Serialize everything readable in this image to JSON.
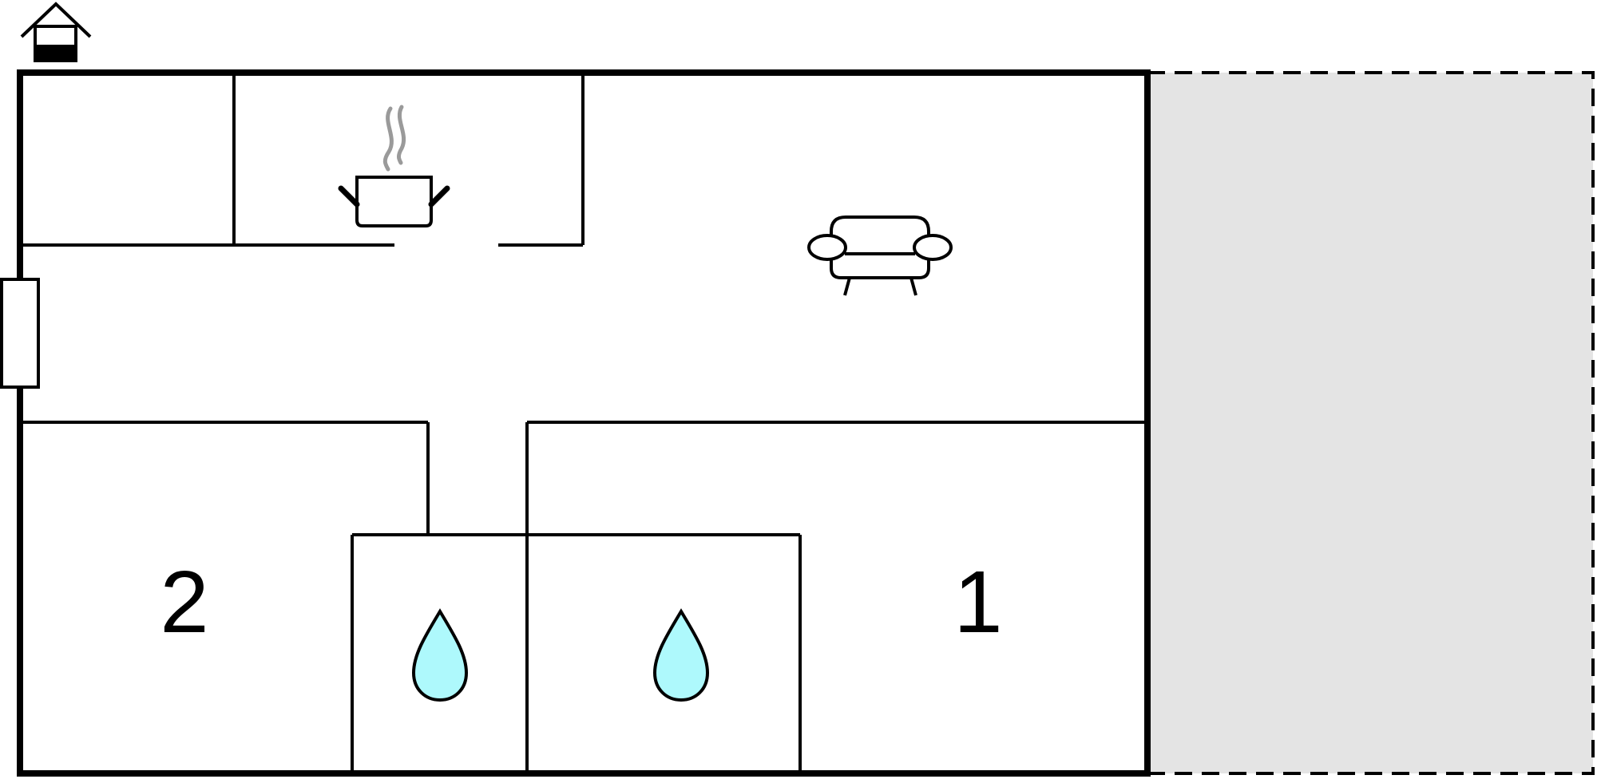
{
  "floorplan": {
    "rooms": [
      {
        "id": "bedroom-2",
        "label": "2"
      },
      {
        "id": "bedroom-1",
        "label": "1"
      }
    ],
    "icons": {
      "entrance": "house-entrance-icon",
      "kitchen": "cooking-pot-icon",
      "living": "sofa-icon",
      "bathroom": "water-drop-icon"
    },
    "colors": {
      "wall": "#000000",
      "terrace": "#e4e4e4",
      "water": "#aef9fc",
      "steam": "#9a9a9a"
    }
  }
}
